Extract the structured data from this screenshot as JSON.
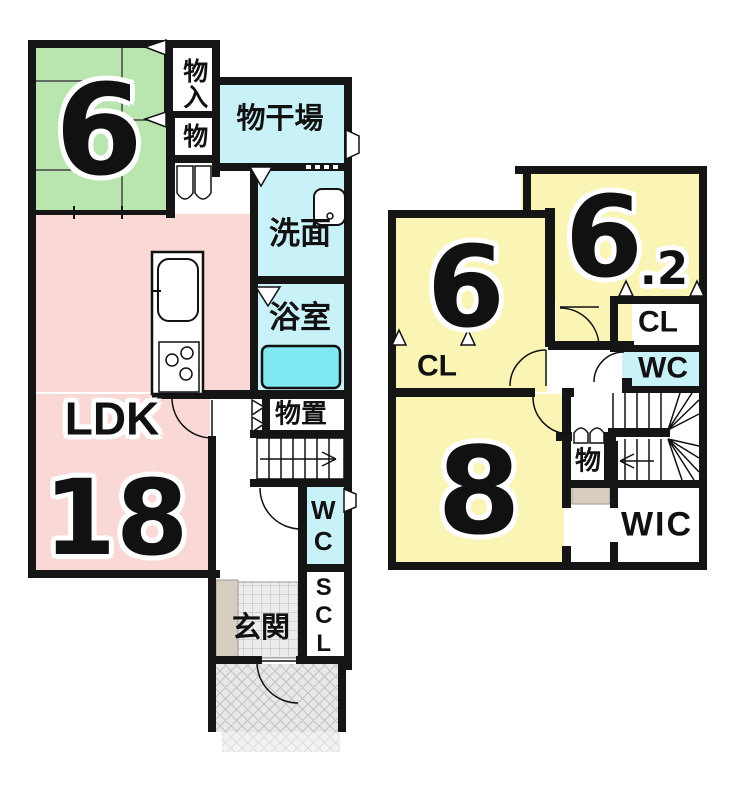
{
  "plan_title": "floor-plan",
  "colors": {
    "wall": "#151515",
    "tatami_green": "#b9e6ae",
    "ldk_pink": "#f9d8d6",
    "water_cyan": "#c9f1f8",
    "bathtub_cyan": "#7fe8f2",
    "room_yellow": "#faf4b5",
    "step_beige": "#d8cec0",
    "tile_gray": "#ececec",
    "porch_gray": "#e8e8e8"
  },
  "f1": {
    "tatami_num": "6",
    "monoire": "物入",
    "mono": "物",
    "monohoshiba": "物干場",
    "senmen": "洗面",
    "yokushitsu": "浴室",
    "ldk_label": "LDK",
    "ldk_num": "18",
    "monooki": "物置",
    "wc": "WC",
    "scl": "SCL",
    "genkan": "玄関"
  },
  "f2": {
    "room6_num": "6",
    "room62_num": "6",
    "room62_suffix": ".2",
    "cl6": "CL",
    "cl62": "CL",
    "wc": "WC",
    "room8_num": "8",
    "mono": "物",
    "wic": "WIC"
  }
}
